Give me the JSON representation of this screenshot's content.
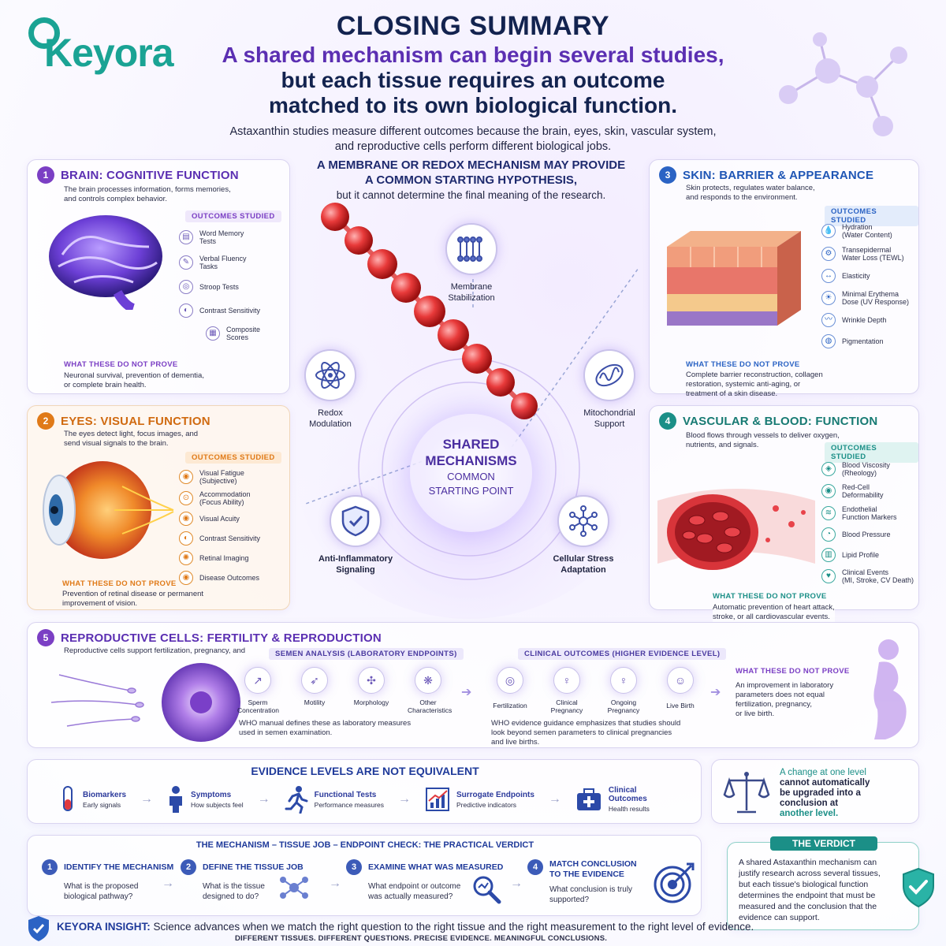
{
  "brand": {
    "name": "Keyora",
    "color": "#1aa394"
  },
  "header": {
    "title": "CLOSING SUMMARY",
    "subtitle_line1": "A shared mechanism can begin several studies,",
    "subtitle_line2": "but each tissue requires an outcome",
    "subtitle_line3": "matched to its own biological function.",
    "desc_line1": "Astaxanthin studies measure different outcomes because the brain, eyes, skin, vascular system,",
    "desc_line2": "and reproductive cells perform different biological jobs."
  },
  "brain": {
    "num": "1",
    "title": "BRAIN: COGNITIVE FUNCTION",
    "desc1": "The brain processes information, forms memories,",
    "desc2": "and controls complex behavior.",
    "outcomes_header": "OUTCOMES STUDIED",
    "outcomes": [
      {
        "l1": "Word Memory",
        "l2": "Tests"
      },
      {
        "l1": "Verbal Fluency",
        "l2": "Tasks"
      },
      {
        "l1": "Stroop Tests",
        "l2": ""
      },
      {
        "l1": "Contrast Sensitivity",
        "l2": ""
      },
      {
        "l1": "Composite",
        "l2": "Scores"
      }
    ],
    "not_prove_header": "WHAT THESE DO NOT PROVE",
    "not_prove1": "Neuronal survival, prevention of dementia,",
    "not_prove2": "or complete brain health."
  },
  "eyes": {
    "num": "2",
    "title": "EYES: VISUAL FUNCTION",
    "desc1": "The eyes detect light, focus images, and",
    "desc2": "send visual signals to the brain.",
    "outcomes_header": "OUTCOMES STUDIED",
    "outcomes": [
      {
        "l1": "Visual Fatigue",
        "l2": "(Subjective)"
      },
      {
        "l1": "Accommodation",
        "l2": "(Focus Ability)"
      },
      {
        "l1": "Visual Acuity",
        "l2": ""
      },
      {
        "l1": "Contrast Sensitivity",
        "l2": ""
      },
      {
        "l1": "Retinal Imaging",
        "l2": ""
      },
      {
        "l1": "Disease Outcomes",
        "l2": ""
      }
    ],
    "not_prove_header": "WHAT THESE DO NOT PROVE",
    "not_prove1": "Prevention of retinal disease or permanent",
    "not_prove2": "improvement of vision."
  },
  "skin": {
    "num": "3",
    "title": "SKIN: BARRIER & APPEARANCE",
    "desc1": "Skin protects, regulates water balance,",
    "desc2": "and responds to the environment.",
    "outcomes_header": "OUTCOMES STUDIED",
    "outcomes": [
      {
        "l1": "Hydration",
        "l2": "(Water Content)"
      },
      {
        "l1": "Transepidermal",
        "l2": "Water Loss (TEWL)"
      },
      {
        "l1": "Elasticity",
        "l2": ""
      },
      {
        "l1": "Minimal Erythema",
        "l2": "Dose (UV Response)"
      },
      {
        "l1": "Wrinkle Depth",
        "l2": ""
      },
      {
        "l1": "Pigmentation",
        "l2": ""
      }
    ],
    "not_prove_header": "WHAT THESE DO NOT PROVE",
    "not_prove1": "Complete barrier reconstruction, collagen",
    "not_prove2": "restoration, systemic anti-aging, or",
    "not_prove3": "treatment of a skin disease."
  },
  "vascular": {
    "num": "4",
    "title": "VASCULAR & BLOOD: FUNCTION",
    "desc1": "Blood flows through vessels to deliver oxygen,",
    "desc2": "nutrients, and signals.",
    "outcomes_header": "OUTCOMES STUDIED",
    "outcomes": [
      {
        "l1": "Blood Viscosity",
        "l2": "(Rheology)"
      },
      {
        "l1": "Red-Cell",
        "l2": "Deformability"
      },
      {
        "l1": "Endothelial",
        "l2": "Function Markers"
      },
      {
        "l1": "Blood Pressure",
        "l2": ""
      },
      {
        "l1": "Lipid Profile",
        "l2": ""
      },
      {
        "l1": "Clinical Events",
        "l2": "(MI, Stroke, CV Death)"
      }
    ],
    "not_prove_header": "WHAT THESE DO NOT PROVE",
    "not_prove1": "Automatic prevention of heart attack,",
    "not_prove2": "stroke, or all cardiovascular events."
  },
  "center": {
    "hdr1": "A MEMBRANE OR REDOX MECHANISM MAY PROVIDE",
    "hdr2": "A COMMON STARTING HYPOTHESIS,",
    "sub": "but it cannot determine the final meaning of the research.",
    "membrane": {
      "l1": "Membrane",
      "l2": "Stabilization"
    },
    "redox": {
      "l1": "Redox",
      "l2": "Modulation"
    },
    "mito": {
      "l1": "Mitochondrial",
      "l2": "Support"
    },
    "antiinf": {
      "l1": "Anti-Inflammatory",
      "l2": "Signaling"
    },
    "stress": {
      "l1": "Cellular Stress",
      "l2": "Adaptation"
    },
    "core1": "SHARED",
    "core2": "MECHANISMS",
    "core3": "COMMON",
    "core4": "STARTING POINT"
  },
  "repro": {
    "num": "5",
    "title": "REPRODUCTIVE CELLS: FERTILITY & REPRODUCTION",
    "desc1": "Reproductive cells support fertilization, pregnancy, and",
    "semen_header": "SEMEN ANALYSIS (LABORATORY ENDPOINTS)",
    "semen_items": [
      {
        "l1": "Sperm",
        "l2": "Concentration"
      },
      {
        "l1": "Motility",
        "l2": ""
      },
      {
        "l1": "Morphology",
        "l2": ""
      },
      {
        "l1": "Other",
        "l2": "Characteristics"
      }
    ],
    "semen_note1": "WHO manual defines these as laboratory measures",
    "semen_note2": "used in semen examination.",
    "clinical_header": "CLINICAL OUTCOMES (HIGHER EVIDENCE LEVEL)",
    "clinical_items": [
      {
        "l1": "Fertilization",
        "l2": ""
      },
      {
        "l1": "Clinical",
        "l2": "Pregnancy"
      },
      {
        "l1": "Ongoing",
        "l2": "Pregnancy"
      },
      {
        "l1": "Live Birth",
        "l2": ""
      }
    ],
    "clinical_note1": "WHO evidence guidance emphasizes that studies should",
    "clinical_note2": "look beyond semen parameters to clinical pregnancies",
    "clinical_note3": "and live births.",
    "not_prove_header": "WHAT THESE DO NOT PROVE",
    "not_prove1": "An improvement in laboratory",
    "not_prove2": "parameters does not equal",
    "not_prove3": "fertilization, pregnancy,",
    "not_prove4": "or live birth."
  },
  "evidence": {
    "title": "EVIDENCE LEVELS ARE NOT EQUIVALENT",
    "items": [
      {
        "t": "Biomarkers",
        "s": "Early signals"
      },
      {
        "t": "Symptoms",
        "s": "How subjects feel"
      },
      {
        "t": "Functional Tests",
        "s": "Performance measures"
      },
      {
        "t": "Surrogate Endpoints",
        "s": "Predictive indicators"
      },
      {
        "t": "Clinical Outcomes",
        "s": "Health results"
      }
    ],
    "scale_l1": "A change at one level",
    "scale_l2": "cannot automatically",
    "scale_l3": "be upgraded into a",
    "scale_l4": "conclusion at",
    "scale_l5": "another level."
  },
  "steps": {
    "title": "THE MECHANISM – TISSUE JOB – ENDPOINT CHECK: THE PRACTICAL VERDICT",
    "items": [
      {
        "n": "1",
        "t1": "IDENTIFY THE MECHANISM",
        "t2": "",
        "d1": "What is the proposed",
        "d2": "biological pathway?"
      },
      {
        "n": "2",
        "t1": "DEFINE THE TISSUE JOB",
        "t2": "",
        "d1": "What is the tissue",
        "d2": "designed to do?"
      },
      {
        "n": "3",
        "t1": "EXAMINE WHAT WAS MEASURED",
        "t2": "",
        "d1": "What endpoint or outcome",
        "d2": "was actually measured?"
      },
      {
        "n": "4",
        "t1": "MATCH CONCLUSION",
        "t2": "TO THE EVIDENCE",
        "d1": "What conclusion is truly",
        "d2": "supported?"
      }
    ]
  },
  "verdict": {
    "title": "THE VERDICT",
    "l1": "A shared Astaxanthin mechanism can",
    "l2": "justify research across several tissues,",
    "l3": "but each tissue's biological function",
    "l4": "determines the endpoint that must be",
    "l5": "measured and the conclusion that the",
    "l6": "evidence can support."
  },
  "insight": {
    "label": "KEYORA INSIGHT:",
    "text": "Science advances when we match the right question to the right tissue and the right measurement to the right level of evidence.",
    "tagline": "DIFFERENT TISSUES. DIFFERENT QUESTIONS. PRECISE EVIDENCE. MEANINGFUL CONCLUSIONS."
  },
  "colors": {
    "purple": "#7b3fc4",
    "orange": "#e07a18",
    "blue": "#2b63c4",
    "teal": "#1b8f87",
    "red": "#e0393e"
  }
}
